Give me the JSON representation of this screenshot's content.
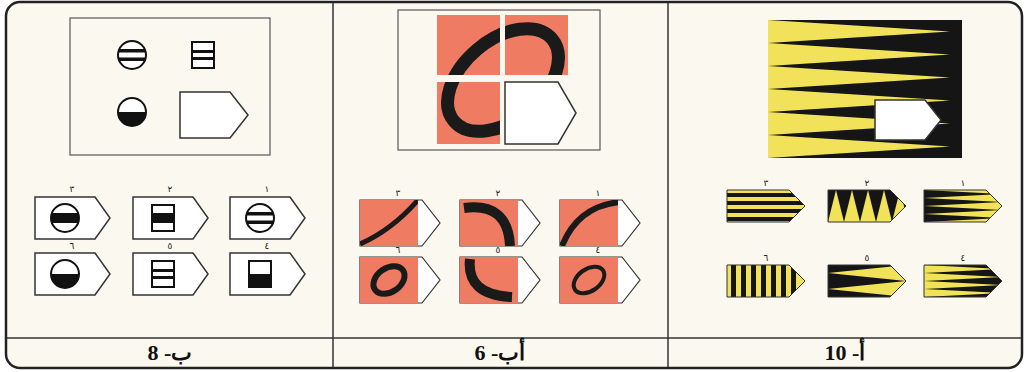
{
  "diagram": {
    "labels": [
      "٣",
      "٢",
      "١",
      "٦",
      "٥",
      "٤",
      "ب- 8",
      "٣",
      "٢",
      "١",
      "٦",
      "٥",
      "٤",
      "أب- 6",
      "٣",
      "٢",
      "١",
      "٦",
      "٥",
      "٤",
      "أ- 10"
    ]
  }
}
